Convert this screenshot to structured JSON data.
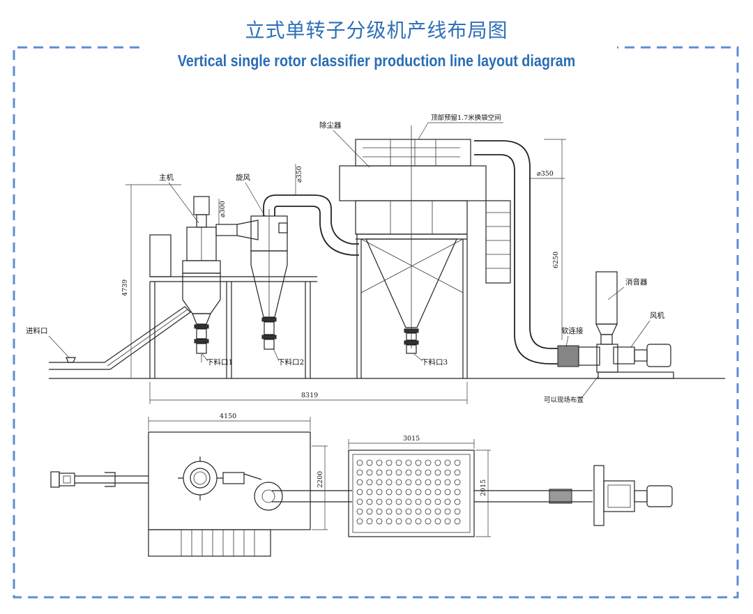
{
  "title_cn": "立式单转子分级机产线布局图",
  "title_en": "Vertical single rotor classifier production line layout diagram",
  "labels": {
    "main_machine": "主机",
    "cyclone": "旋风",
    "dust_collector": "除尘器",
    "top_space": "顶部预留1.7米换袋空间",
    "feed_inlet": "进料口",
    "outlet1": "下料口1",
    "outlet2": "下料口2",
    "outlet3": "下料口3",
    "silencer": "消音器",
    "fan": "风机",
    "soft_joint": "软连接",
    "on_site_layout": "可以现场布置"
  },
  "dimensions": {
    "d300": "⌀300",
    "d350_top": "⌀350",
    "d350_right": "⌀350",
    "h4739": "4739",
    "h6250": "6250",
    "w8319": "8319",
    "w4150": "4150",
    "w3015": "3015",
    "h2200": "2200",
    "h2015": "2015"
  },
  "colors": {
    "title": "#2f6fb8",
    "frame": "#5b8ed6",
    "line": "#222222"
  }
}
